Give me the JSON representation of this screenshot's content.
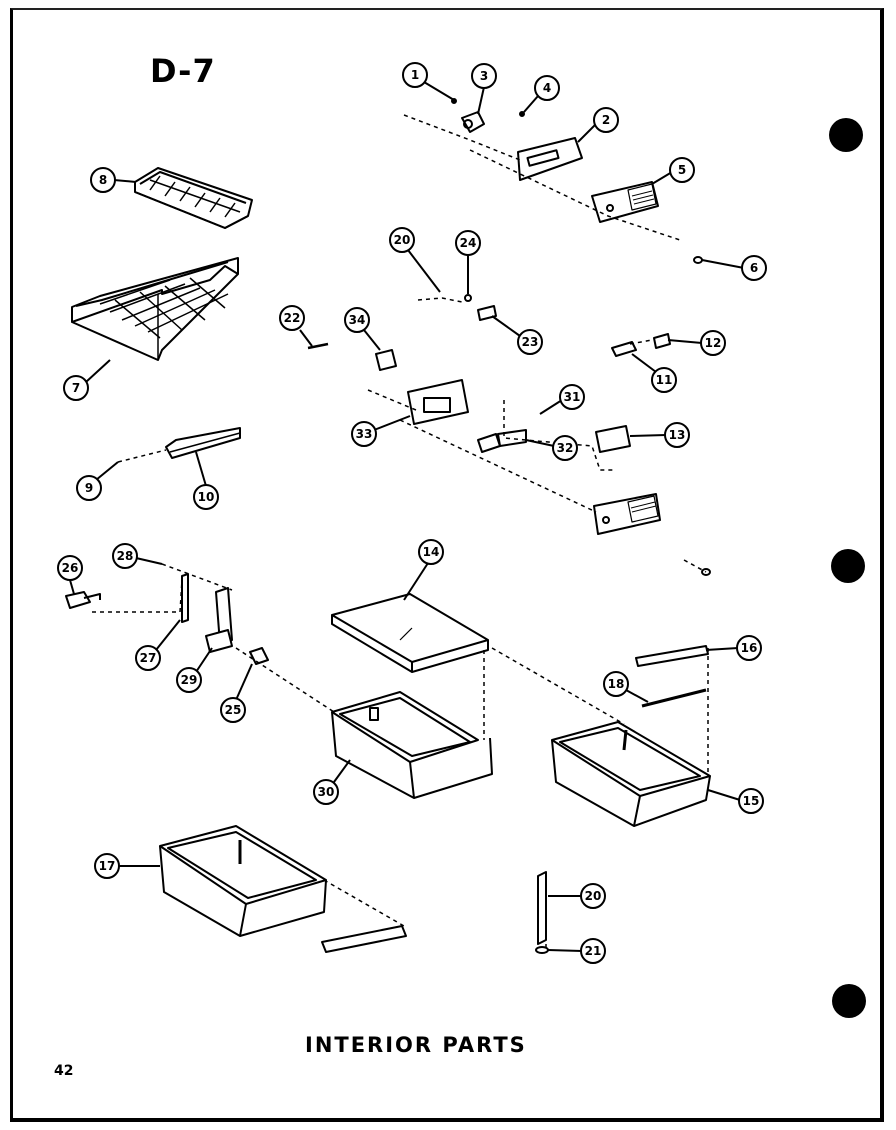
{
  "diagram_id": "D-7",
  "caption": "INTERIOR PARTS",
  "page_number": "42",
  "callouts": [
    {
      "id": "c1",
      "label": "1"
    },
    {
      "id": "c2",
      "label": "2"
    },
    {
      "id": "c3",
      "label": "3"
    },
    {
      "id": "c4",
      "label": "4"
    },
    {
      "id": "c5",
      "label": "5"
    },
    {
      "id": "c6",
      "label": "6"
    },
    {
      "id": "c7",
      "label": "7"
    },
    {
      "id": "c8",
      "label": "8"
    },
    {
      "id": "c9",
      "label": "9"
    },
    {
      "id": "c10",
      "label": "10"
    },
    {
      "id": "c11",
      "label": "11"
    },
    {
      "id": "c12",
      "label": "12"
    },
    {
      "id": "c13",
      "label": "13"
    },
    {
      "id": "c14",
      "label": "14"
    },
    {
      "id": "c15",
      "label": "15"
    },
    {
      "id": "c16",
      "label": "16"
    },
    {
      "id": "c17",
      "label": "17"
    },
    {
      "id": "c18",
      "label": "18"
    },
    {
      "id": "c20a",
      "label": "20"
    },
    {
      "id": "c20b",
      "label": "20"
    },
    {
      "id": "c21",
      "label": "21"
    },
    {
      "id": "c22",
      "label": "22"
    },
    {
      "id": "c23",
      "label": "23"
    },
    {
      "id": "c24",
      "label": "24"
    },
    {
      "id": "c25",
      "label": "25"
    },
    {
      "id": "c26",
      "label": "26"
    },
    {
      "id": "c27",
      "label": "27"
    },
    {
      "id": "c28",
      "label": "28"
    },
    {
      "id": "c29",
      "label": "29"
    },
    {
      "id": "c30",
      "label": "30"
    },
    {
      "id": "c31",
      "label": "31"
    },
    {
      "id": "c32",
      "label": "32"
    },
    {
      "id": "c33",
      "label": "33"
    },
    {
      "id": "c34",
      "label": "34"
    }
  ]
}
